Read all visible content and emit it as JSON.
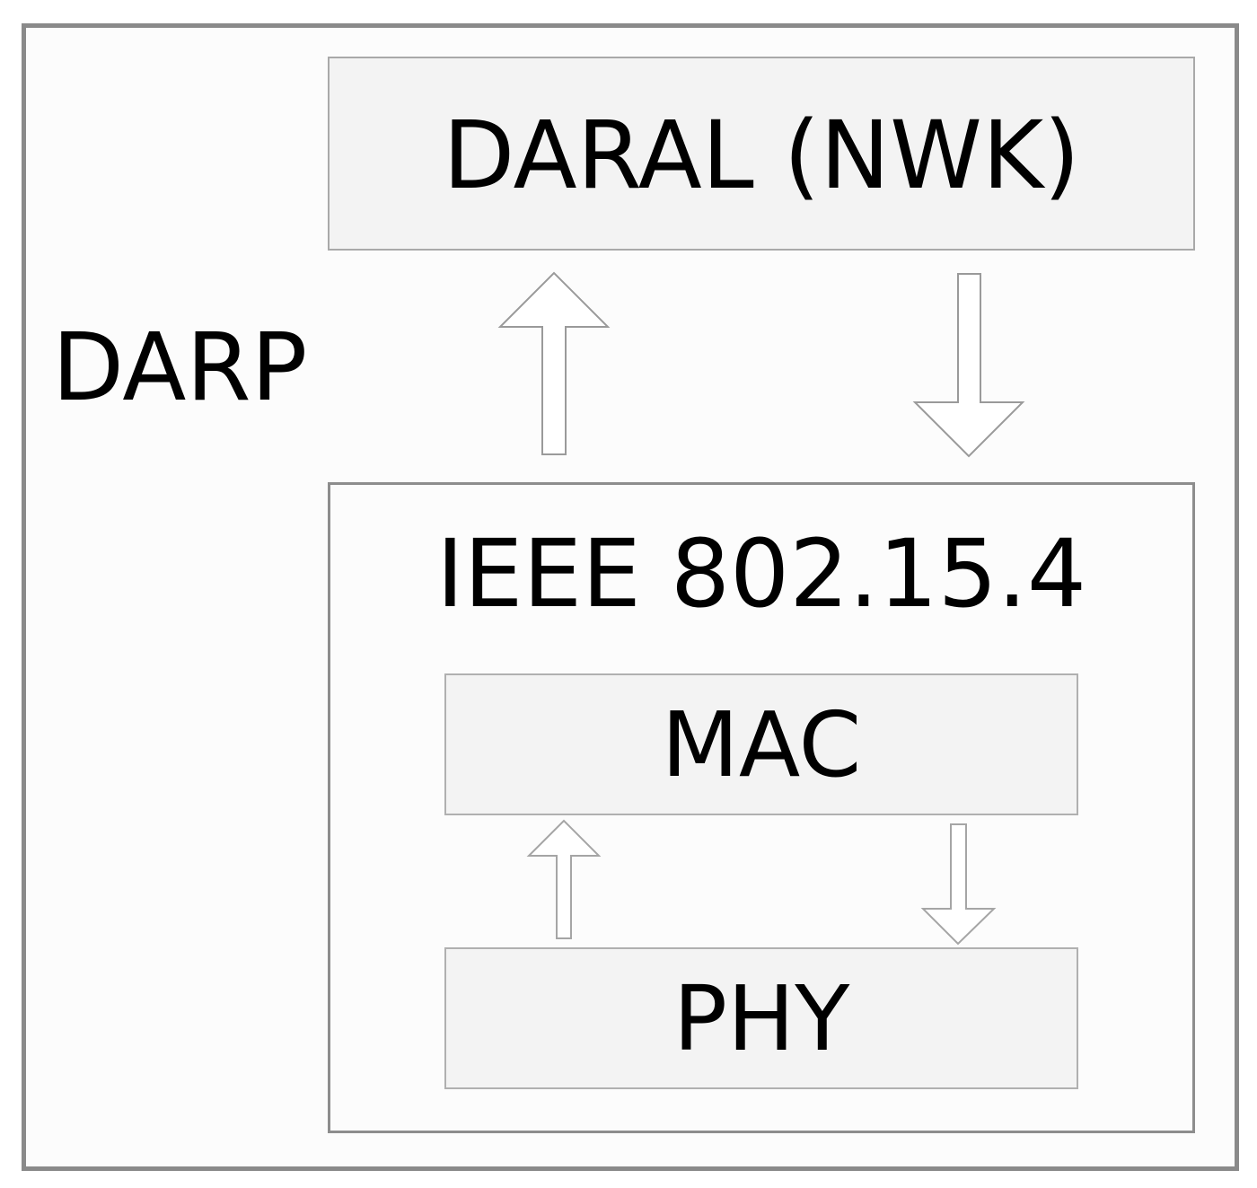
{
  "diagram": {
    "outer_label": "DARP",
    "top_layer": "DARAL (NWK)",
    "stack_title": "IEEE 802.15.4",
    "mac_layer": "MAC",
    "phy_layer": "PHY"
  },
  "colors": {
    "outer_border": "#8a8a8a",
    "box_fill": "#f3f3f3",
    "arrow_stroke": "#9a9a9a",
    "background": "#fcfcfc"
  }
}
